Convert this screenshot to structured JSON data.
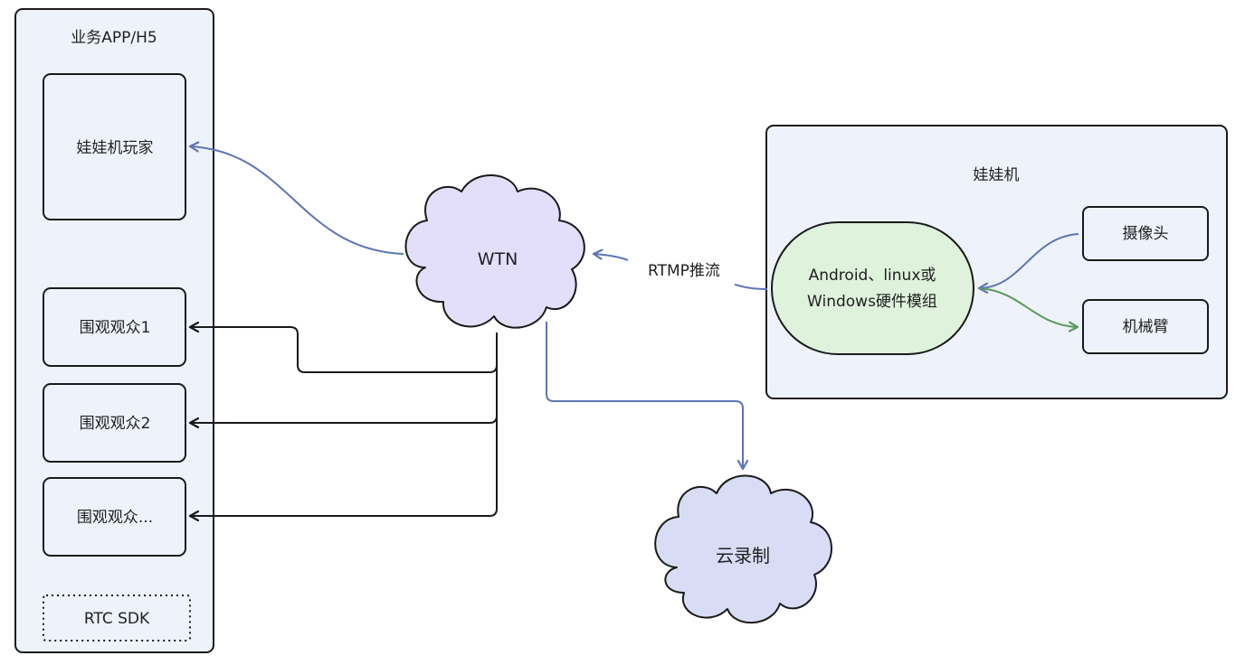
{
  "title": "",
  "app_panel": {
    "title": "业务APP/H5",
    "player": "娃娃机玩家",
    "viewers": [
      "围观观众1",
      "围观观众2",
      "围观观众..."
    ],
    "sdk": "RTC SDK"
  },
  "wtn_cloud": {
    "label": "WTN"
  },
  "record_cloud": {
    "label": "云录制"
  },
  "machine_panel": {
    "title": "娃娃机",
    "module_line1": "Android、linux或",
    "module_line2": "Windows硬件模组",
    "camera": "摄像头",
    "arm": "机械臂"
  },
  "edges": {
    "rtmp_label": "RTMP推流"
  },
  "colors": {
    "panel_fill": "#eef3fb",
    "stroke": "#1a1a1a",
    "blue_line": "#5b74b5",
    "green_line": "#5b9a5b",
    "wtn_fill": "#e3dffa",
    "record_fill": "#d8dcf4",
    "module_fill": "#def2dc"
  }
}
